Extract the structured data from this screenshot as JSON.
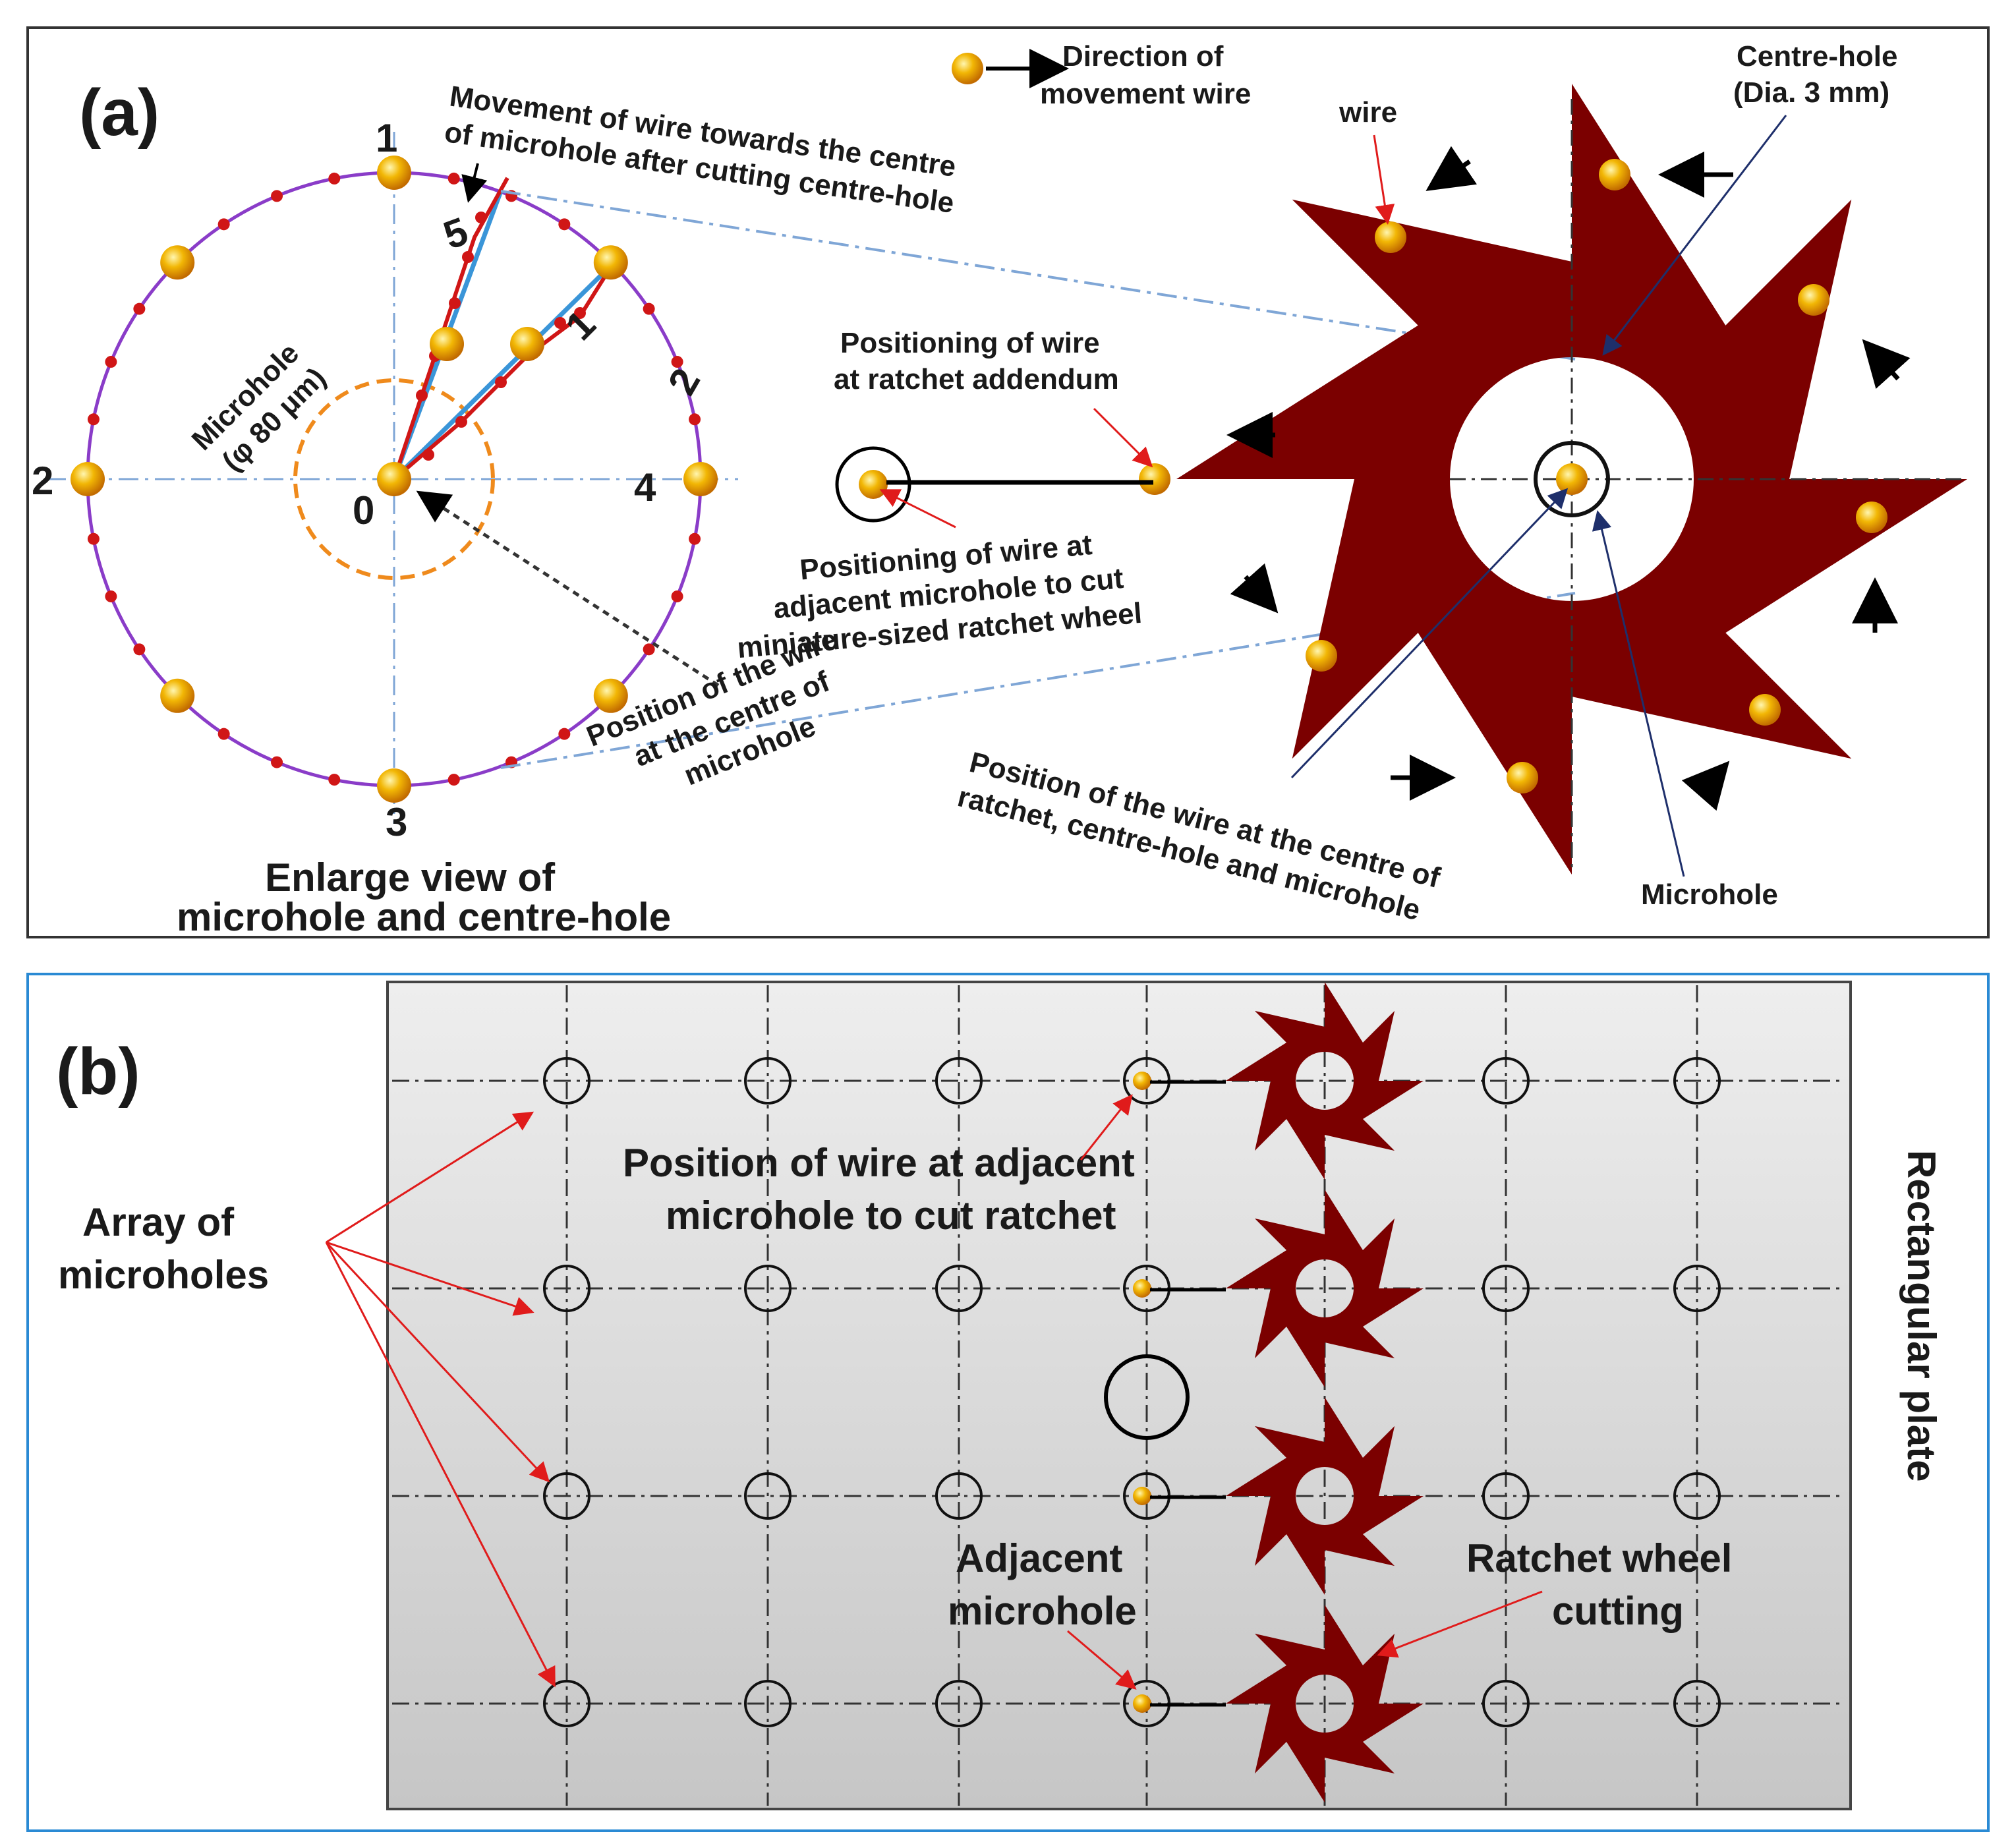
{
  "colors": {
    "ratchet": "#7b0000",
    "wire": "#f2b705",
    "path": "#d01616",
    "microhole_circle": "#8a3cc8",
    "plate": "#d8d8d8",
    "centreline": "#7fa6d6",
    "dash_circle": "#ef8a1c",
    "panel_b_border": "#2a8ad4"
  },
  "panel_a": {
    "tag": "(a)",
    "legend_line1": "Direction of",
    "legend_line2": "movement wire",
    "label_wire": "wire",
    "label_centre_hole_1": "Centre-hole",
    "label_centre_hole_2": "(Dia. 3 mm)",
    "movement_line1": "Movement of wire towards the  centre",
    "movement_line2": "of microhole after cutting centre-hole",
    "microhole_line1": "Microhole",
    "microhole_line2": "(φ 80 μm)",
    "positions": [
      "0",
      "1",
      "2",
      "3",
      "4"
    ],
    "path_labels": [
      "5",
      "1",
      "2"
    ],
    "addendum_line1": "Positioning of wire",
    "addendum_line2": "at ratchet addendum",
    "adjacent_line1": "Positioning of wire at",
    "adjacent_line2": "adjacent microhole to cut",
    "adjacent_line3": "miniature-sized ratchet wheel",
    "centre_wire_line1": "Position of the wire",
    "centre_wire_line2": "at the centre of",
    "centre_wire_line3": "microhole",
    "ratchet_centre_line1": "Position  of the wire at the centre of",
    "ratchet_centre_line2": "ratchet, centre-hole and microhole",
    "label_microhole": "Microhole",
    "enlarge_line1": "Enlarge view of",
    "enlarge_line2": "microhole and centre-hole"
  },
  "panel_b": {
    "tag": "(b)",
    "array_line1": "Array of",
    "array_line2": "microholes",
    "position_line1": "Position of wire at adjacent",
    "position_line2": "microhole to cut ratchet",
    "adjacent_line1": "Adjacent",
    "adjacent_line2": "microhole",
    "ratchet_line1": "Ratchet wheel",
    "ratchet_line2": "cutting",
    "plate_label": "Rectangular plate"
  }
}
